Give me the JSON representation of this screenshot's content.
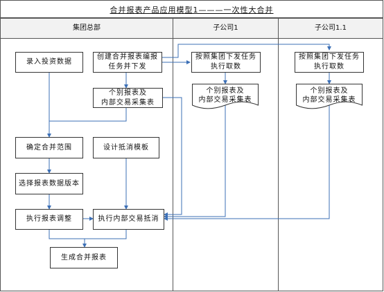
{
  "title": "合并报表产品应用模型1———一次性大合并",
  "lanes": {
    "hq": "集团总部",
    "sub1": "子公司1",
    "sub11": "子公司1.1"
  },
  "nodes": {
    "enter_investment": "录入投资数据",
    "create_task": "创建合并报表编报\n任务并下发",
    "sub1_fetch": "按照集团下发任务\n执行取数",
    "sub11_fetch": "按照集团下发任务\n执行取数",
    "hq_collect": "个别报表及\n内部交易采集表",
    "sub1_collect": "个别报表及\n内部交易采集表",
    "sub11_collect": "个别报表及\n内部交易采集表",
    "define_scope": "确定合并范围",
    "design_template": "设计抵消模板",
    "select_version": "选择报表数据版本",
    "exec_adjust": "执行报表调整",
    "exec_eliminate": "执行内部交易抵消",
    "generate": "生成合并报表"
  },
  "colors": {
    "arrow": "#3b6fb6",
    "border": "#333333",
    "header_bg": "#f2f2f2"
  }
}
